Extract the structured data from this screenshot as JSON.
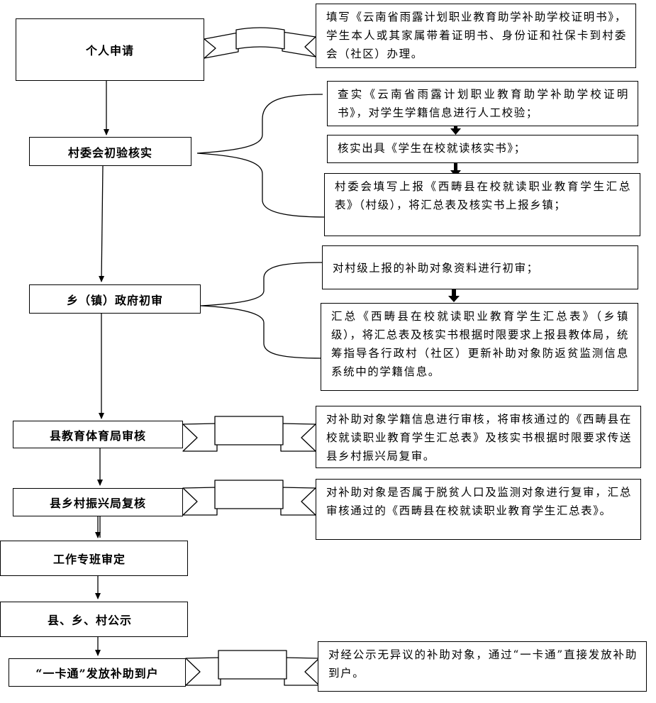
{
  "steps": {
    "s1": "个人申请",
    "s2": "村委会初验核实",
    "s3": "乡（镇）政府初审",
    "s4": "县教育体育局审核",
    "s5": "县乡村振兴局复核",
    "s6": "工作专班审定",
    "s7": "县、乡、村公示",
    "s8": "“一卡通”发放补助到户"
  },
  "notes": {
    "n1": "填写《云南省雨露计划职业教育助学补助学校证明书》，学生本人或其家属带着证明书、身份证和社保卡到村委会（社区）办理。",
    "n2a": "查实《云南省雨露计划职业教育助学补助学校证明书》，对学生学籍信息进行人工校验；",
    "n2b": "核实出具《学生在校就读核实书》；",
    "n2c": "村委会填写上报《西畴县在校就读职业教育学生汇总表》（村级），将汇总表及核实书上报乡镇；",
    "n3a": "对村级上报的补助对象资料进行初审；",
    "n3b": "汇总《西畴县在校就读职业教育学生汇总表》（乡镇级），将汇总表及核实书根据时限要求上报县教体局，统筹指导各行政村（社区）更新补助对象防返贫监测信息系统中的学籍信息。",
    "n4": "对补助对象学籍信息进行审核，将审核通过的《西畴县在校就读职业教育学生汇总表》及核实书根据时限要求传送县乡村振兴局复审。",
    "n5": "对补助对象是否属于脱贫人口及监测对象进行复审，汇总审核通过的《西畴县在校就读职业教育学生汇总表》。",
    "n8": "对经公示无异议的补助对象，通过“一卡通”直接发放补助到户。"
  }
}
